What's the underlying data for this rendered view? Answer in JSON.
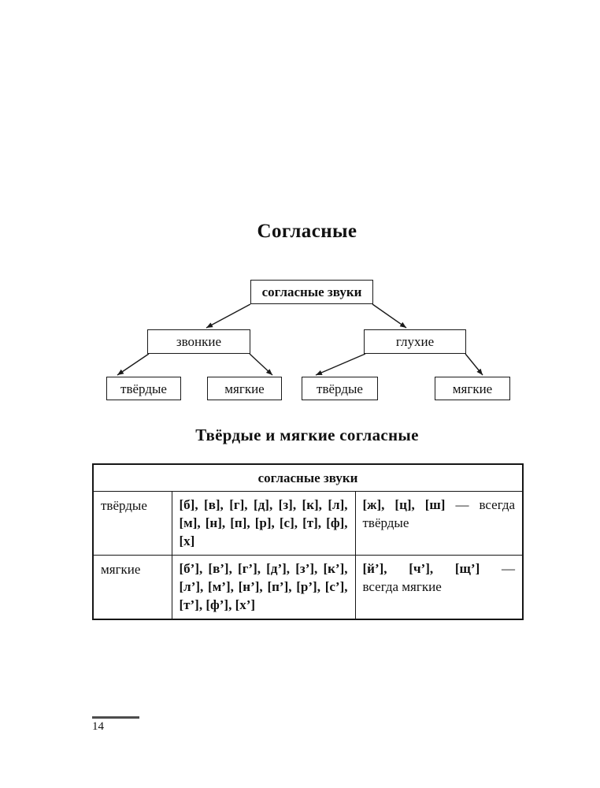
{
  "page": {
    "title": "Согласные",
    "subtitle": "Твёрдые и мягкие согласные",
    "page_number": "14"
  },
  "colors": {
    "ink": "#111111",
    "footer_rule": "#4d4d4d",
    "background": "#ffffff"
  },
  "diagram": {
    "root": "согласные звуки",
    "level2": [
      {
        "label": "звонкие"
      },
      {
        "label": "глухие"
      }
    ],
    "level3": [
      {
        "label": "твёрдые"
      },
      {
        "label": "мягкие"
      },
      {
        "label": "твёрдые"
      },
      {
        "label": "мягкие"
      }
    ]
  },
  "table": {
    "header": "согласные звуки",
    "rows": [
      {
        "label": "твёрдые",
        "sounds_lines": [
          "[б], [в], [г], [д], [з], [к], [л],",
          "[м], [н], [п], [р], [с], [т], [ф],",
          "[х]"
        ],
        "note_bold": "[ж], [ц], [ш]",
        "note_line1_rest": "— всегда",
        "note_line2": "твёрдые"
      },
      {
        "label": "мягкие",
        "sounds_lines": [
          "[б’], [в’], [г’], [д’], [з’], [к’],",
          "[л’], [м’], [н’], [п’], [р’], [с’],",
          "[т’], [ф’], [х’]"
        ],
        "note_bold": "[й’], [ч’], [щ’]",
        "note_line1_rest": "—",
        "note_line2": "всегда мягкие"
      }
    ]
  }
}
